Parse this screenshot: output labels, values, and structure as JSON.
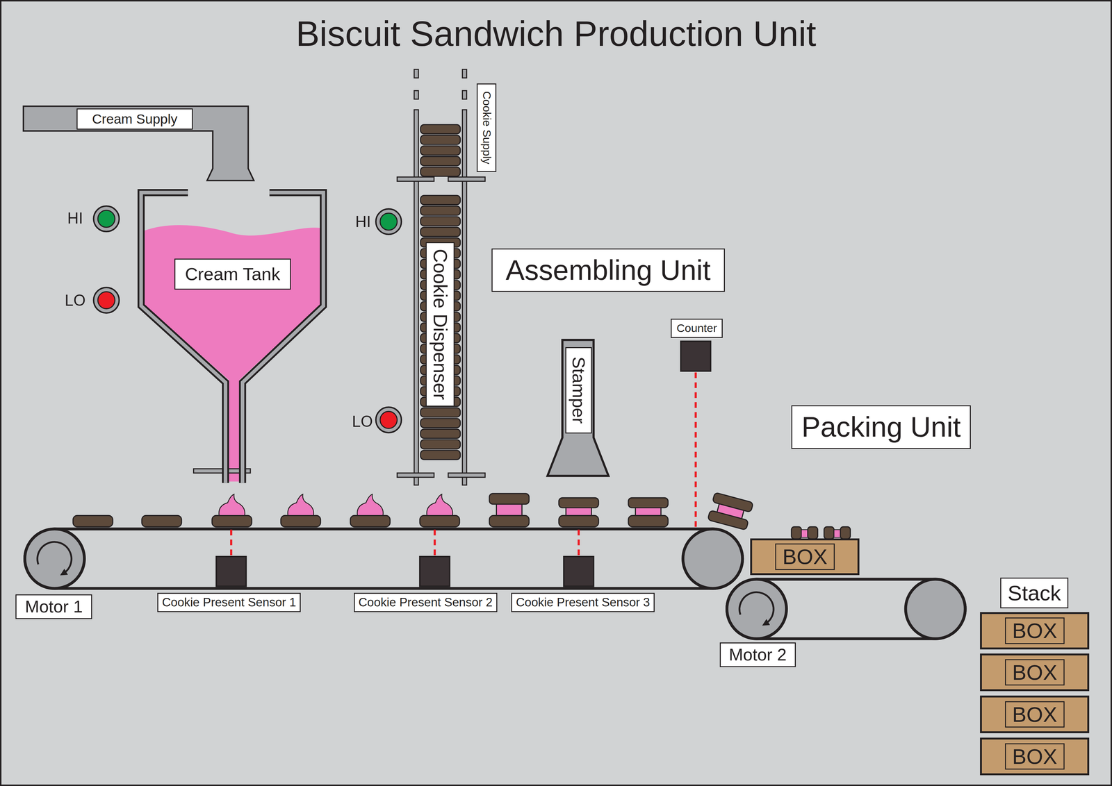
{
  "diagram": {
    "title": "Biscuit Sandwich Production Unit",
    "nodes": [
      {
        "text": [
          "Cream Supply"
        ]
      },
      {
        "text": [
          "Cream Tank"
        ]
      },
      {
        "text": [
          "Cookie Dispenser"
        ]
      },
      {
        "text": [
          "Assembling Unit"
        ]
      },
      {
        "text": [
          "Stamper"
        ]
      },
      {
        "text": [
          "Packing Unit"
        ]
      },
      {
        "text": [
          "BOX"
        ]
      },
      {
        "text": [
          "BOX"
        ]
      },
      {
        "text": [
          "BOX"
        ]
      },
      {
        "text": [
          "BOX"
        ]
      },
      {
        "text": [
          "BOX"
        ]
      }
    ],
    "labels": [
      "HI",
      "LO",
      "HI",
      "LO",
      "Cookie Supply",
      "Counter",
      "Motor 1",
      "Cookie Present Sensor 1",
      "Cookie Present Sensor 2",
      "Cookie Present Sensor 3",
      "Motor 2",
      "Stack"
    ]
  }
}
